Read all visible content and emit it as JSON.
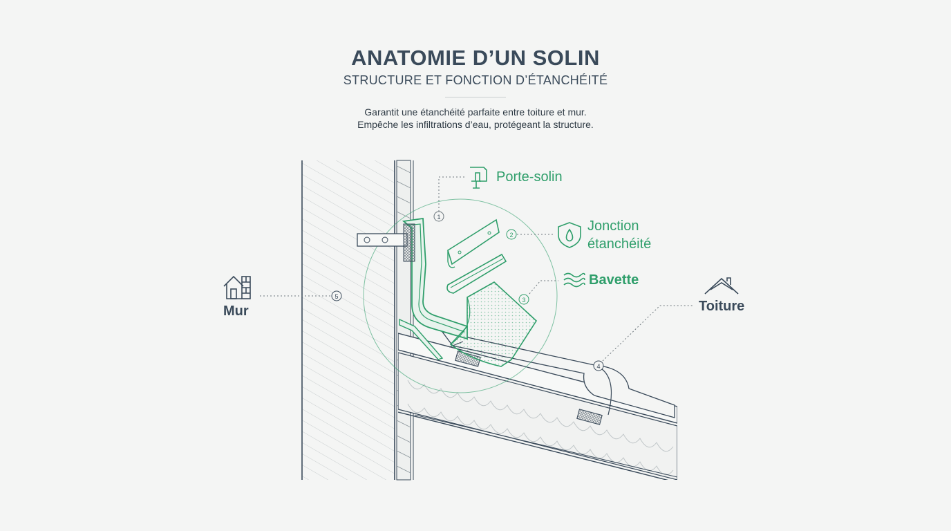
{
  "header": {
    "title": "ANATOMIE D’UN SOLIN",
    "subtitle": "STRUCTURE ET FONCTION D’ÉTANCHÉITÉ",
    "description_line1": "Garantit une étanchéité parfaite entre toiture et mur.",
    "description_line2": "Empêche les infiltrations d’eau, protégeant la structure."
  },
  "callouts": {
    "porte_solin": {
      "number": "1",
      "label": "Porte-solin",
      "icon": "clamp-icon"
    },
    "jonction_line1": "Jonction",
    "jonction_line2": "étanchéité",
    "jonction_number": "2",
    "jonction_icon": "shield-drop-icon",
    "bavette": {
      "number": "3",
      "label": "Bavette",
      "icon": "waves-icon"
    },
    "toiture": {
      "number": "4",
      "label": "Toiture",
      "icon": "roof-icon"
    },
    "mur": {
      "number": "5",
      "label": "Mur",
      "icon": "brick-house-icon"
    }
  },
  "colors": {
    "accent": "#2e9e6a",
    "ink": "#3a4a5a",
    "background": "#f4f5f4"
  }
}
